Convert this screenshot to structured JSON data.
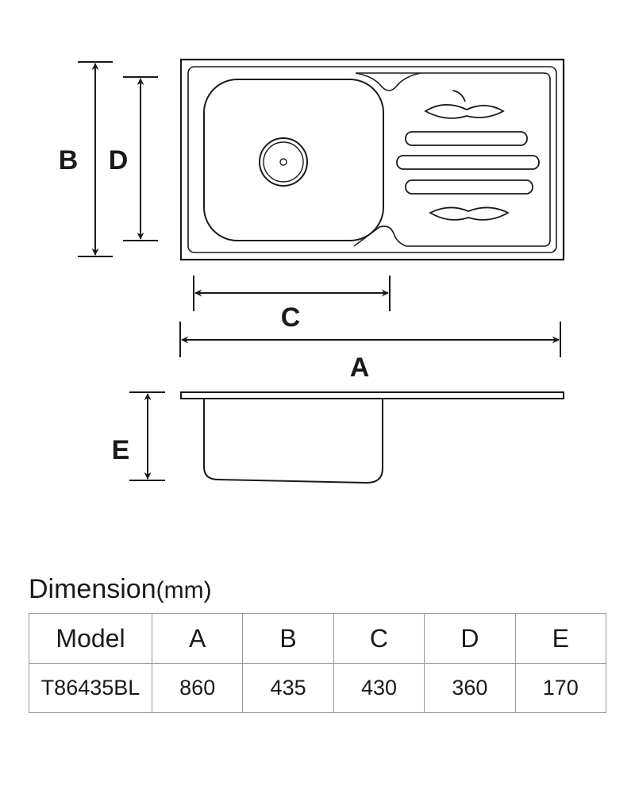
{
  "diagram": {
    "labels": {
      "a": "A",
      "b": "B",
      "c": "C",
      "d": "D",
      "e": "E"
    }
  },
  "table": {
    "title": "Dimension",
    "unit": "(mm)",
    "headers": [
      "Model",
      "A",
      "B",
      "C",
      "D",
      "E"
    ],
    "row": [
      "T86435BL",
      "860",
      "435",
      "430",
      "360",
      "170"
    ]
  },
  "colors": {
    "ink": "#1a1a1a",
    "border": "#9a9a9a"
  }
}
